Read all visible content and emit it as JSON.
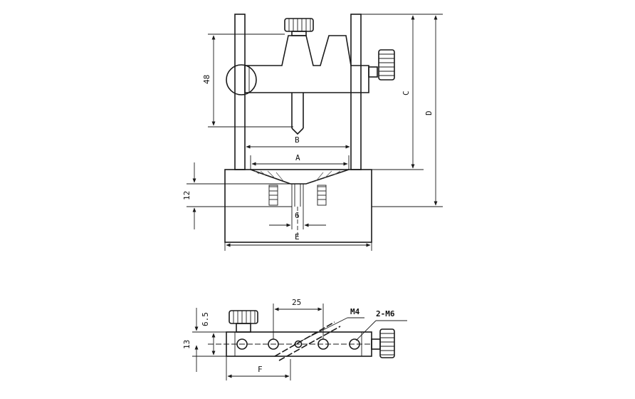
{
  "labels": {
    "dim_48": "48",
    "dim_B": "B",
    "dim_A": "A",
    "dim_C": "C",
    "dim_D": "D",
    "dim_12": "12",
    "dim_6": "6",
    "dim_E": "E",
    "dim_25": "25",
    "dim_6_5": "6.5",
    "dim_13": "13",
    "dim_F": "F",
    "note_M4": "M4",
    "note_2M6": "2-M6"
  }
}
